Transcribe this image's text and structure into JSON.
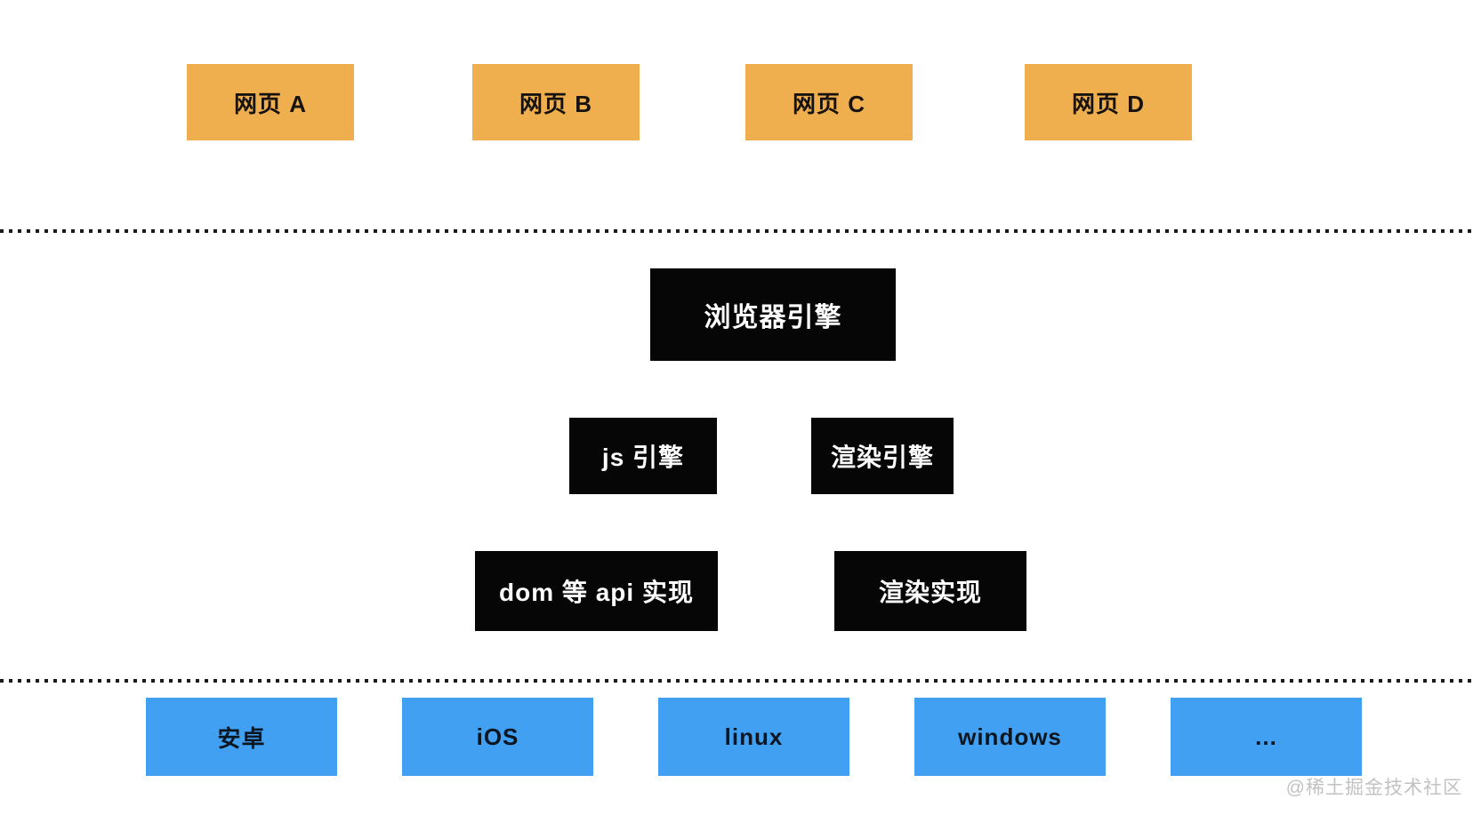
{
  "colors": {
    "orange": "#EFAF4E",
    "blue": "#41A0F1",
    "black": "#060606",
    "dot": "#1A1A1A",
    "watermark": "#C2C2C2"
  },
  "diagram": {
    "web_pages": [
      {
        "label": "网页 A"
      },
      {
        "label": "网页 B"
      },
      {
        "label": "网页 C"
      },
      {
        "label": "网页 D"
      }
    ],
    "browser_engine": {
      "label": "浏览器引擎"
    },
    "engines": [
      {
        "label": "js 引擎"
      },
      {
        "label": "渲染引擎"
      }
    ],
    "implementations": [
      {
        "label": "dom 等 api 实现"
      },
      {
        "label": "渲染实现"
      }
    ],
    "platforms": [
      {
        "label": "安卓"
      },
      {
        "label": "iOS"
      },
      {
        "label": "linux"
      },
      {
        "label": "windows"
      },
      {
        "label": "..."
      }
    ]
  },
  "watermark": {
    "text": "@稀土掘金技术社区"
  }
}
